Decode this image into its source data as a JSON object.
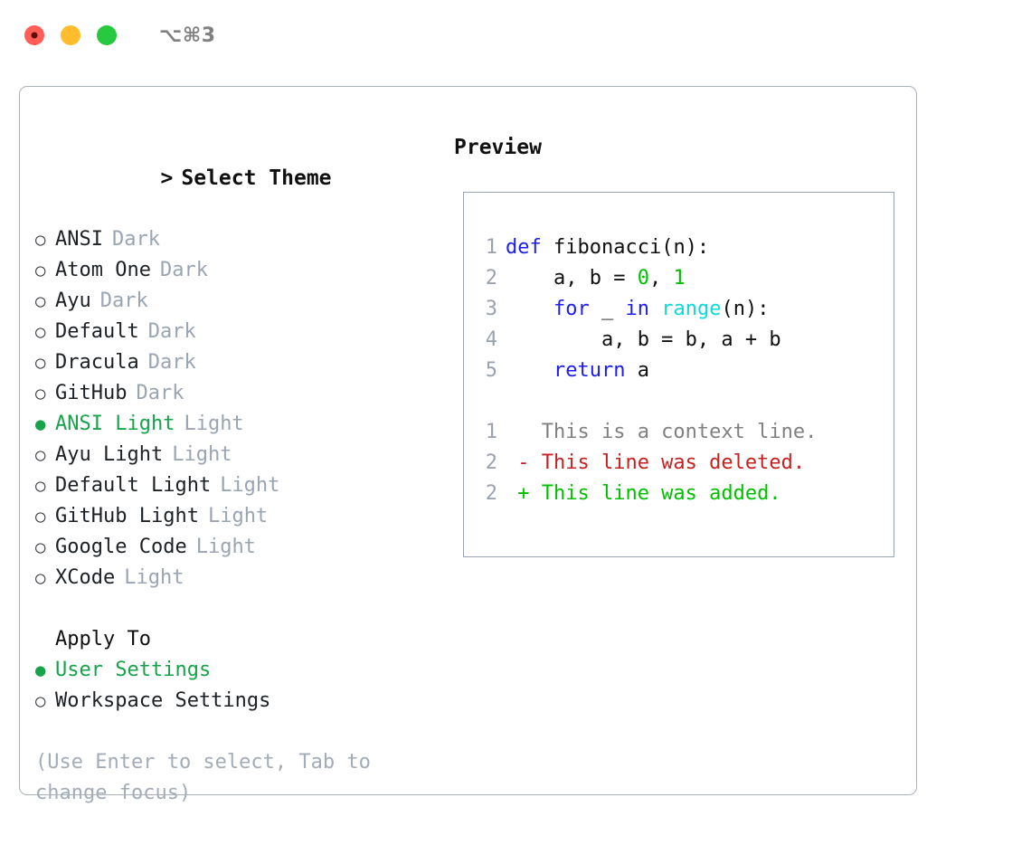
{
  "titlebar": {
    "shortcut": "⌥⌘3",
    "buttons": [
      {
        "name": "close",
        "icon": "close-traffic-light",
        "color": "#ff5f56"
      },
      {
        "name": "minimize",
        "icon": "minimize-traffic-light",
        "color": "#ffbd2e"
      },
      {
        "name": "maximize",
        "icon": "maximize-traffic-light",
        "color": "#27c93f"
      }
    ]
  },
  "colors": {
    "selected_green": "#16a34a",
    "muted_label": "#9aa5b4",
    "hint": "#a3acb9",
    "panel_border": "#aab2bd",
    "preview_border": "#97a3b4",
    "keyword_blue": "#1d1df0",
    "function_cyan": "#0fd9d9",
    "number_green": "#00c000",
    "diff_delete_red": "#c62020",
    "diff_add_green": "#00c000",
    "line_number_gray": "#9aa3ad"
  },
  "theme_picker": {
    "header_caret": ">",
    "header": "Select Theme",
    "bullet_on": "●",
    "bullet_off": "○",
    "items": [
      {
        "name": "ANSI",
        "kind": "Dark",
        "selected": false
      },
      {
        "name": "Atom One",
        "kind": "Dark",
        "selected": false
      },
      {
        "name": "Ayu",
        "kind": "Dark",
        "selected": false
      },
      {
        "name": "Default",
        "kind": "Dark",
        "selected": false
      },
      {
        "name": "Dracula",
        "kind": "Dark",
        "selected": false
      },
      {
        "name": "GitHub",
        "kind": "Dark",
        "selected": false
      },
      {
        "name": "ANSI Light",
        "kind": "Light",
        "selected": true
      },
      {
        "name": "Ayu Light",
        "kind": "Light",
        "selected": false
      },
      {
        "name": "Default Light",
        "kind": "Light",
        "selected": false
      },
      {
        "name": "GitHub Light",
        "kind": "Light",
        "selected": false
      },
      {
        "name": "Google Code",
        "kind": "Light",
        "selected": false
      },
      {
        "name": "XCode",
        "kind": "Light",
        "selected": false
      }
    ]
  },
  "apply_to": {
    "header": "Apply To",
    "items": [
      {
        "name": "User Settings",
        "selected": true
      },
      {
        "name": "Workspace Settings",
        "selected": false
      }
    ]
  },
  "hint": "(Use Enter to select, Tab to change focus)",
  "preview": {
    "title": "Preview",
    "code_lines": [
      {
        "no": "1",
        "tokens": [
          {
            "t": "def",
            "c": "kw"
          },
          {
            "t": " fibonacci(n):",
            "c": "plain"
          }
        ]
      },
      {
        "no": "2",
        "tokens": [
          {
            "t": "    a, b = ",
            "c": "plain"
          },
          {
            "t": "0",
            "c": "num"
          },
          {
            "t": ", ",
            "c": "plain"
          },
          {
            "t": "1",
            "c": "num"
          }
        ]
      },
      {
        "no": "3",
        "tokens": [
          {
            "t": "    ",
            "c": "plain"
          },
          {
            "t": "for",
            "c": "kw"
          },
          {
            "t": " _ ",
            "c": "plain"
          },
          {
            "t": "in",
            "c": "kw"
          },
          {
            "t": " ",
            "c": "plain"
          },
          {
            "t": "range",
            "c": "fn"
          },
          {
            "t": "(n):",
            "c": "plain"
          }
        ]
      },
      {
        "no": "4",
        "tokens": [
          {
            "t": "        a, b = b, a + b",
            "c": "plain"
          }
        ]
      },
      {
        "no": "5",
        "tokens": [
          {
            "t": "    ",
            "c": "plain"
          },
          {
            "t": "return",
            "c": "kw"
          },
          {
            "t": " a",
            "c": "plain"
          }
        ]
      }
    ],
    "diff_lines": [
      {
        "no": "1",
        "marker": " ",
        "text": " This is a context line.",
        "c": "ctx"
      },
      {
        "no": "2",
        "marker": "-",
        "text": " This line was deleted.",
        "c": "del"
      },
      {
        "no": "2",
        "marker": "+",
        "text": " This line was added.",
        "c": "add"
      }
    ]
  }
}
